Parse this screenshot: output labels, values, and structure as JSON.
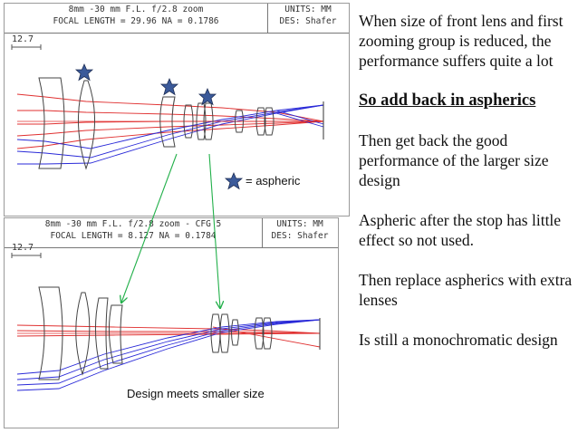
{
  "top_panel": {
    "title_line1": "8mm -30 mm F.L. f/2.8 zoom",
    "title_line2": "FOCAL LENGTH = 29.96  NA = 0.1786",
    "units": "UNITS: MM",
    "designer": "DES: Shafer",
    "scale": "12.7",
    "legend_text": "= aspheric"
  },
  "bottom_panel": {
    "title_line1": "8mm -30 mm F.L. f/2.8 zoom - CFG 5",
    "title_line2": "FOCAL LENGTH = 8.127  NA = 0.1784",
    "units": "UNITS: MM",
    "designer": "DES: Shafer",
    "scale": "12.7",
    "caption": "Design meets smaller size"
  },
  "notes": [
    "When size of  front lens and first zooming group is reduced, the performance suffers quite a lot",
    "So add back in aspherics",
    "Then get back the good performance of the larger size design",
    "Aspheric after the stop has little effect so not used.",
    "Then replace aspherics with extra lenses",
    "Is still a monochromatic design"
  ],
  "colors": {
    "ray_red": "#e03030",
    "ray_blue": "#2a2ad8",
    "arrow_green": "#22b04a",
    "star_fill": "#3b5a9a"
  }
}
